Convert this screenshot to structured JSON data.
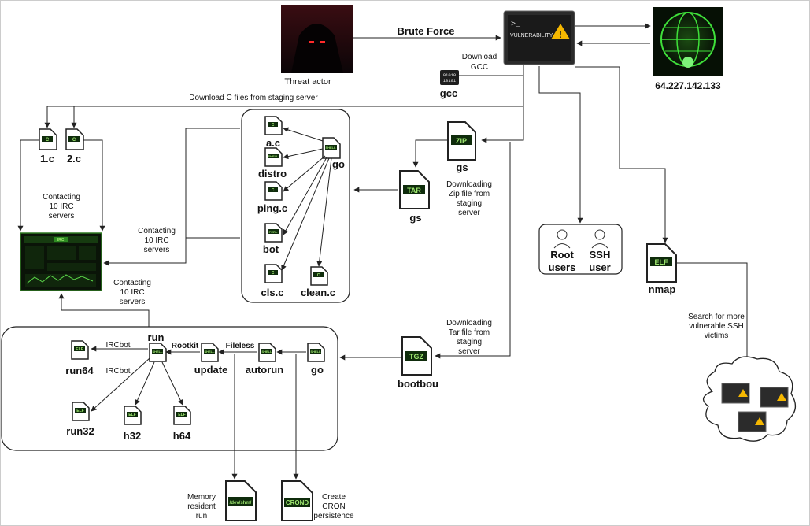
{
  "actors": {
    "threat_actor": "Threat actor",
    "server_ip": "64.227.142.133",
    "vuln_screen": "VULNERABILITY",
    "vuln_prompt": ">_"
  },
  "edges": {
    "brute_force": "Brute Force",
    "download_gcc_1": "Download",
    "download_gcc_2": "GCC",
    "download_c_files": "Download C files from staging server",
    "downloading_zip": [
      "Downloading",
      "Zip file from",
      "staging",
      "server"
    ],
    "downloading_tar": [
      "Downloading",
      "Tar file from",
      "staging",
      "server"
    ],
    "contacting_irc_a": [
      "Contacting",
      "10 IRC",
      "servers"
    ],
    "contacting_irc_b": [
      "Contacting",
      "10 IRC",
      "servers"
    ],
    "contacting_irc_c": [
      "Contacting",
      "10 IRC",
      "servers"
    ],
    "search_more": [
      "Search for more",
      "vulnerable SSH",
      "victims"
    ],
    "ircbot_1": "IRCbot",
    "ircbot_2": "IRCbot",
    "rootkit": "Rootkit",
    "fileless": "Fileless",
    "memory_resident": [
      "Memory",
      "resident",
      "run"
    ],
    "create_cron": [
      "Create",
      "CRON",
      "persistence"
    ]
  },
  "files": {
    "gcc": {
      "name": "gcc",
      "badge": "01010 10101"
    },
    "c1": {
      "name": "1.c",
      "badge": "C"
    },
    "c2": {
      "name": "2.c",
      "badge": "C"
    },
    "ac": {
      "name": "a.c",
      "badge": "C"
    },
    "distro": {
      "name": "distro",
      "badge": "SHELL"
    },
    "ping": {
      "name": "ping.c",
      "badge": "C"
    },
    "bot": {
      "name": "bot",
      "badge": "PERL"
    },
    "cls": {
      "name": "cls.c",
      "badge": "C"
    },
    "clean": {
      "name": "clean.c",
      "badge": "C"
    },
    "go1": {
      "name": "go",
      "badge": "SHELL"
    },
    "gs_zip": {
      "name": "gs",
      "badge": "ZIP"
    },
    "gs_tar": {
      "name": "gs",
      "badge": "TAR"
    },
    "bootbou": {
      "name": "bootbou",
      "badge": "TGZ"
    },
    "nmap": {
      "name": "nmap",
      "badge": "ELF"
    },
    "go2": {
      "name": "go",
      "badge": "SHELL"
    },
    "autorun": {
      "name": "autorun",
      "badge": "SHELL"
    },
    "update": {
      "name": "update",
      "badge": "SHELL"
    },
    "run": {
      "name": "run",
      "badge": "SHELL"
    },
    "run64": {
      "name": "run64",
      "badge": "ELF"
    },
    "run32": {
      "name": "run32",
      "badge": "ELF"
    },
    "h32": {
      "name": "h32",
      "badge": "ELF"
    },
    "h64": {
      "name": "h64",
      "badge": "ELF"
    },
    "devshm": {
      "name": "",
      "badge": "/dev/shm/"
    },
    "crond": {
      "name": "",
      "badge": "CROND"
    }
  },
  "users": {
    "root_1": "Root",
    "root_2": "users",
    "ssh_1": "SSH",
    "ssh_2": "user"
  },
  "irc_panel": {
    "label": "IRC"
  }
}
